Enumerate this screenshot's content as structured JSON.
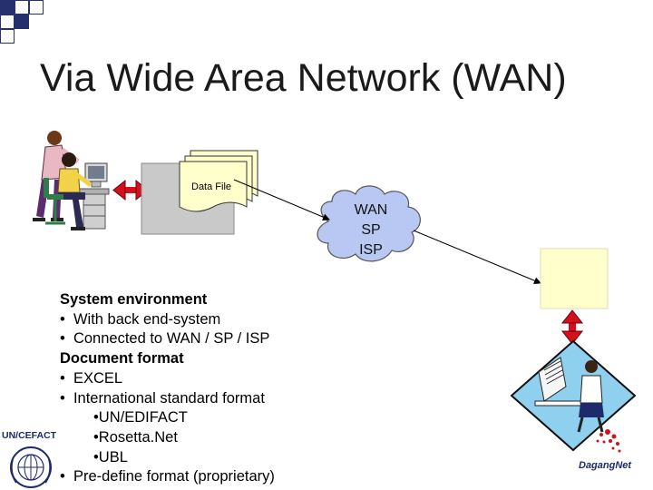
{
  "slide": {
    "title": "Via Wide Area Network (WAN)"
  },
  "diagram": {
    "data_file_label": "Data File",
    "cloud_lines": [
      "WAN",
      "SP",
      "ISP"
    ]
  },
  "info": {
    "heading_system": "System environment",
    "system_items": [
      "With back end-system",
      "Connected to WAN / SP / ISP"
    ],
    "heading_format": "Document format",
    "format_items": [
      "EXCEL",
      "International standard format"
    ],
    "standard_items": [
      "UN/EDIFACT",
      "Rosetta.Net",
      "UBL"
    ],
    "format_last": "Pre-define format (proprietary)"
  },
  "logos": {
    "uncefact": "UN/CEFACT",
    "daganet": "DagangNet"
  },
  "colors": {
    "corner_navy": "#26306e",
    "pale_yellow": "#ffffcc",
    "diamond_blue": "#8fd0ee",
    "arrow_red": "#d3101b",
    "cloud_fill": "#b8c8f2"
  }
}
